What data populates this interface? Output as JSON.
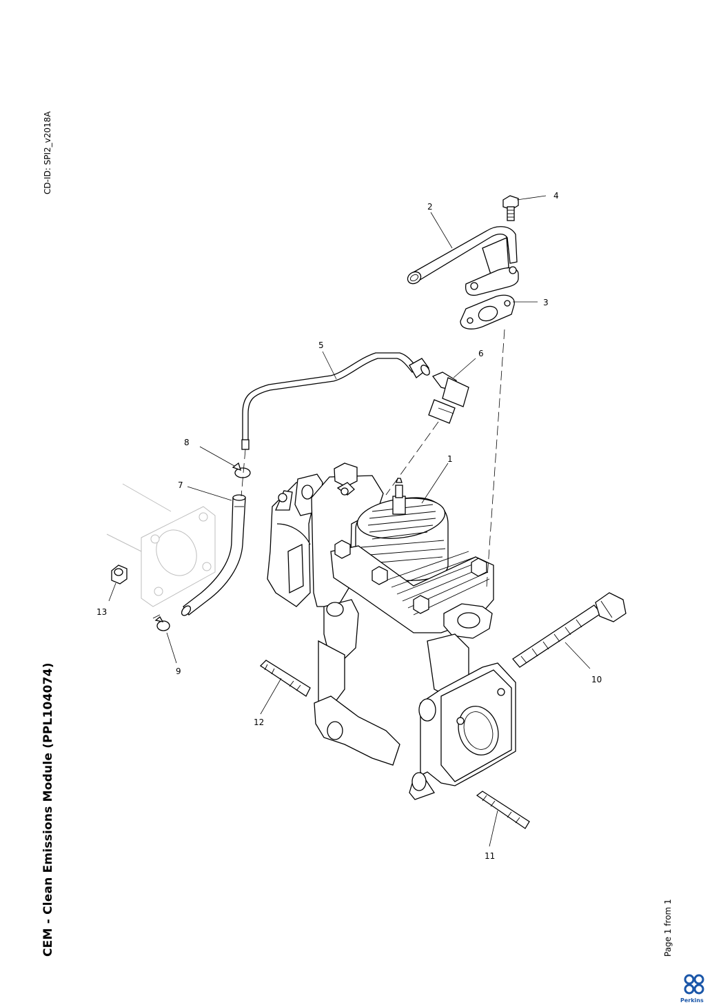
{
  "document": {
    "title": "CEM - Clean Emissions Module (PPL104074)",
    "cd_id": "CD-ID: SPI2_v2018A",
    "page_info": "Page 1 from 1",
    "brand": "Perkins"
  },
  "callouts": [
    {
      "id": "callout-1",
      "label": "1"
    },
    {
      "id": "callout-2",
      "label": "2"
    },
    {
      "id": "callout-3",
      "label": "3"
    },
    {
      "id": "callout-4",
      "label": "4"
    },
    {
      "id": "callout-5",
      "label": "5"
    },
    {
      "id": "callout-6",
      "label": "6"
    },
    {
      "id": "callout-7",
      "label": "7"
    },
    {
      "id": "callout-8",
      "label": "8"
    },
    {
      "id": "callout-9",
      "label": "9"
    },
    {
      "id": "callout-10",
      "label": "10"
    },
    {
      "id": "callout-11",
      "label": "11"
    },
    {
      "id": "callout-12",
      "label": "12"
    },
    {
      "id": "callout-13",
      "label": "13"
    }
  ],
  "colors": {
    "ink": "#000000",
    "ghost": "#bdbdbd",
    "brand": "#1a56a8"
  }
}
